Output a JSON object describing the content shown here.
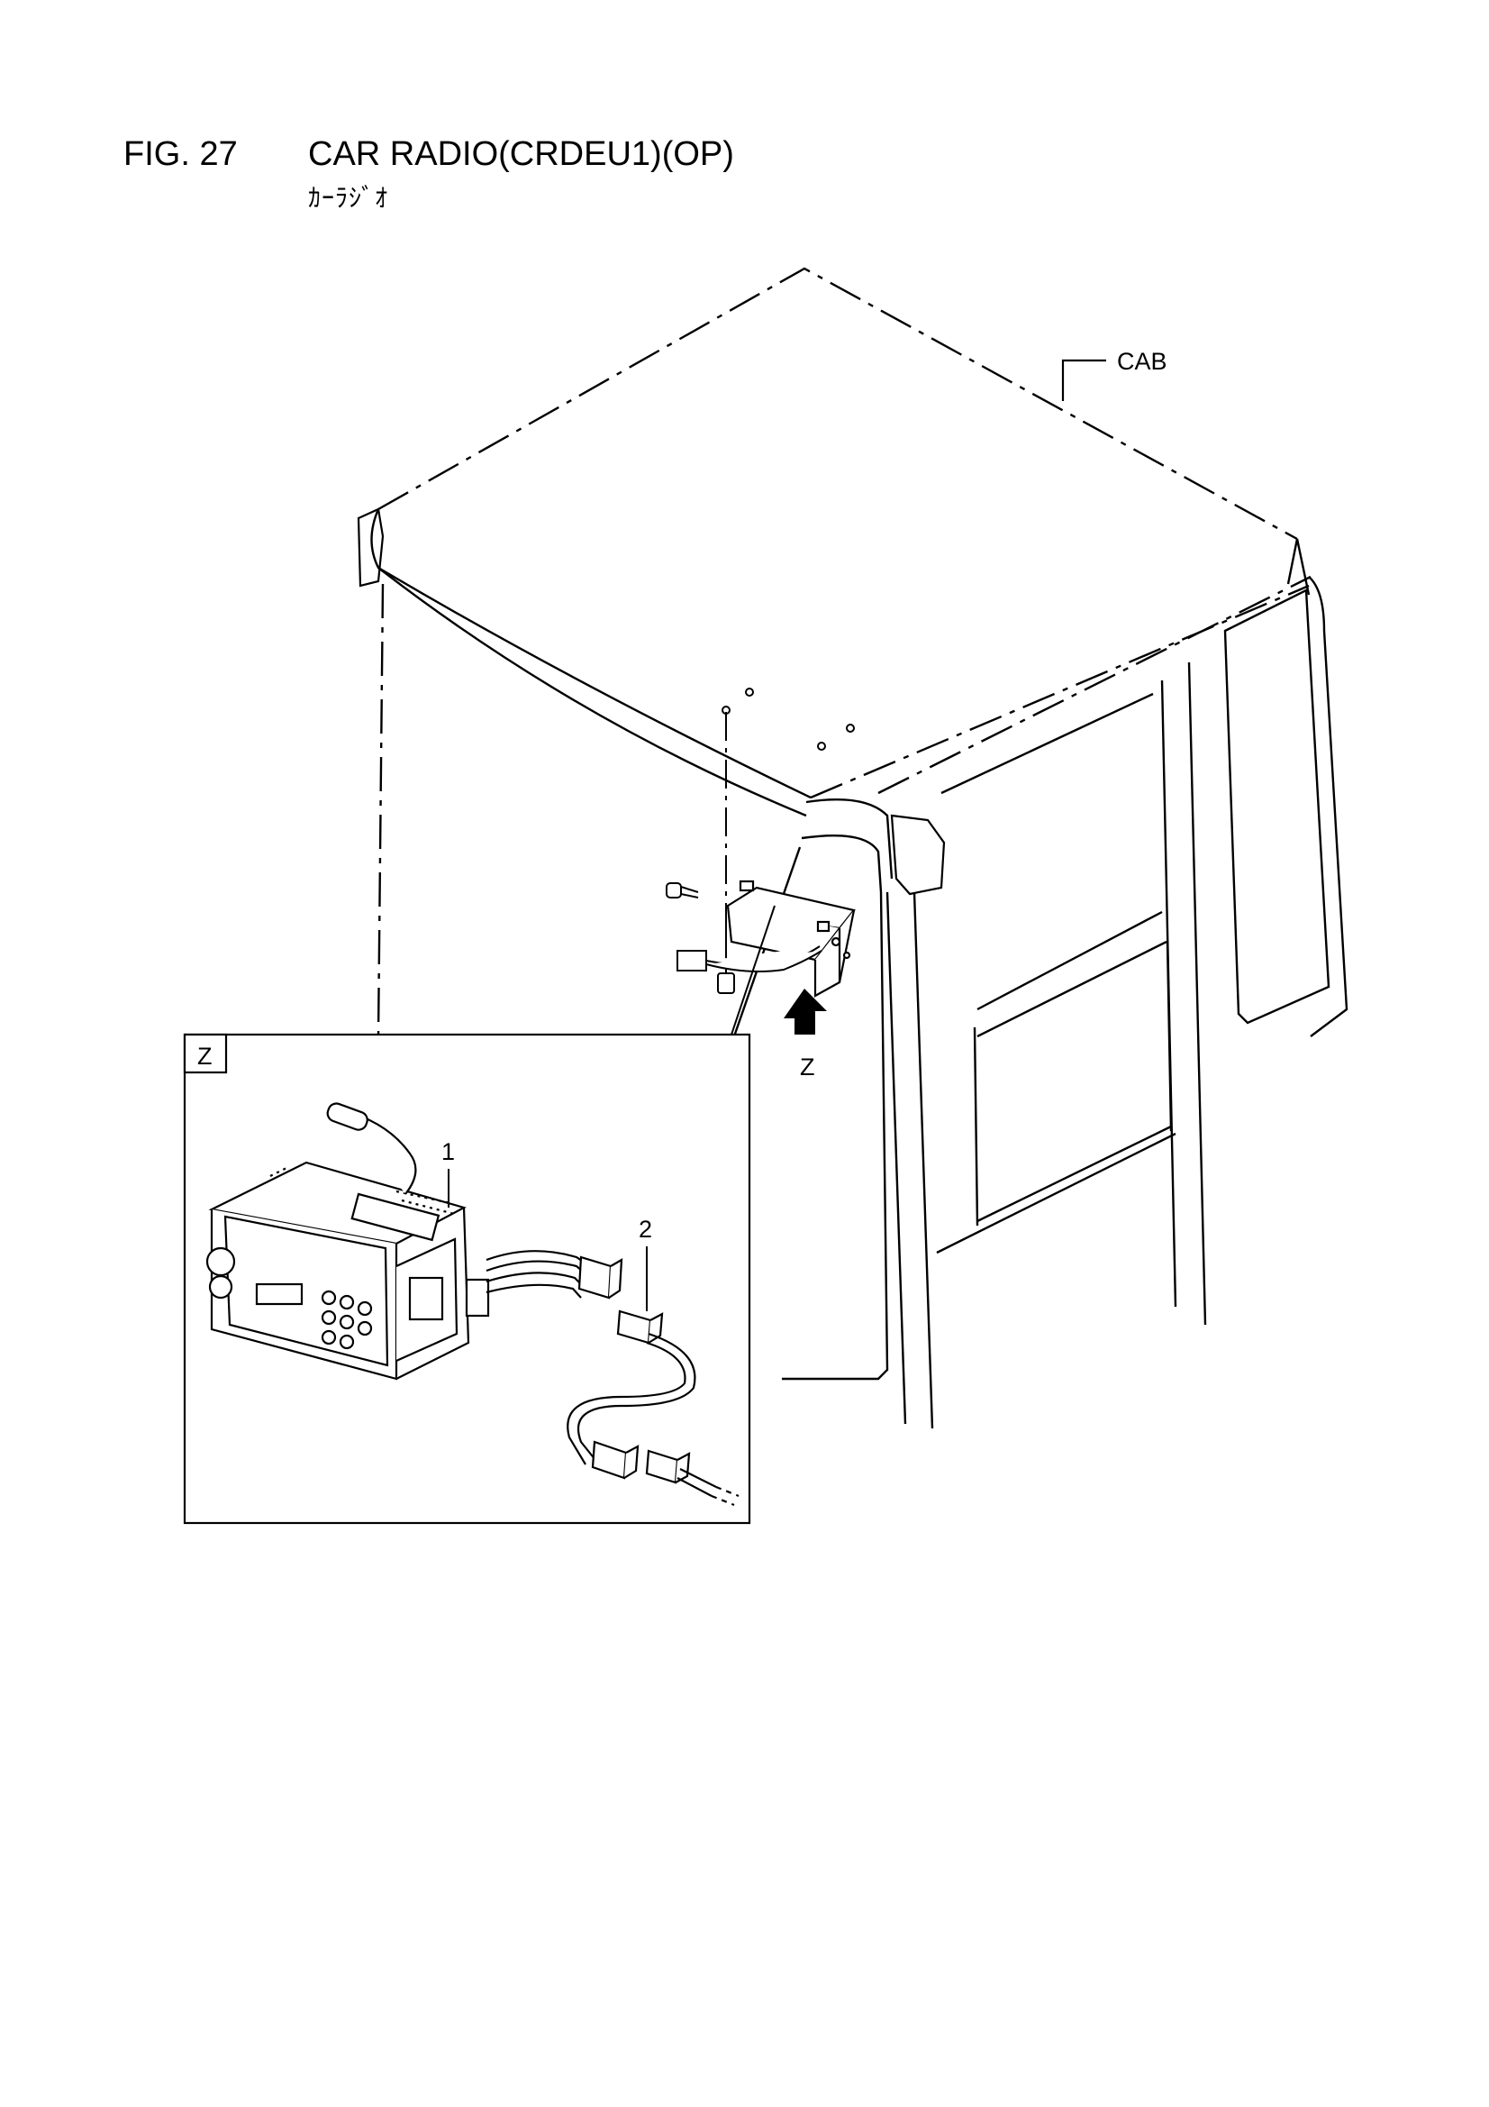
{
  "header": {
    "fig_number": "FIG. 27",
    "title": "CAR RADIO(CRDEU1)(OP)",
    "subtitle": "ｶｰﾗｼﾞｵ"
  },
  "labels": {
    "cab": "CAB",
    "view_arrow": "Z",
    "detail_box": "Z",
    "callout_1": "1",
    "callout_2": "2"
  }
}
